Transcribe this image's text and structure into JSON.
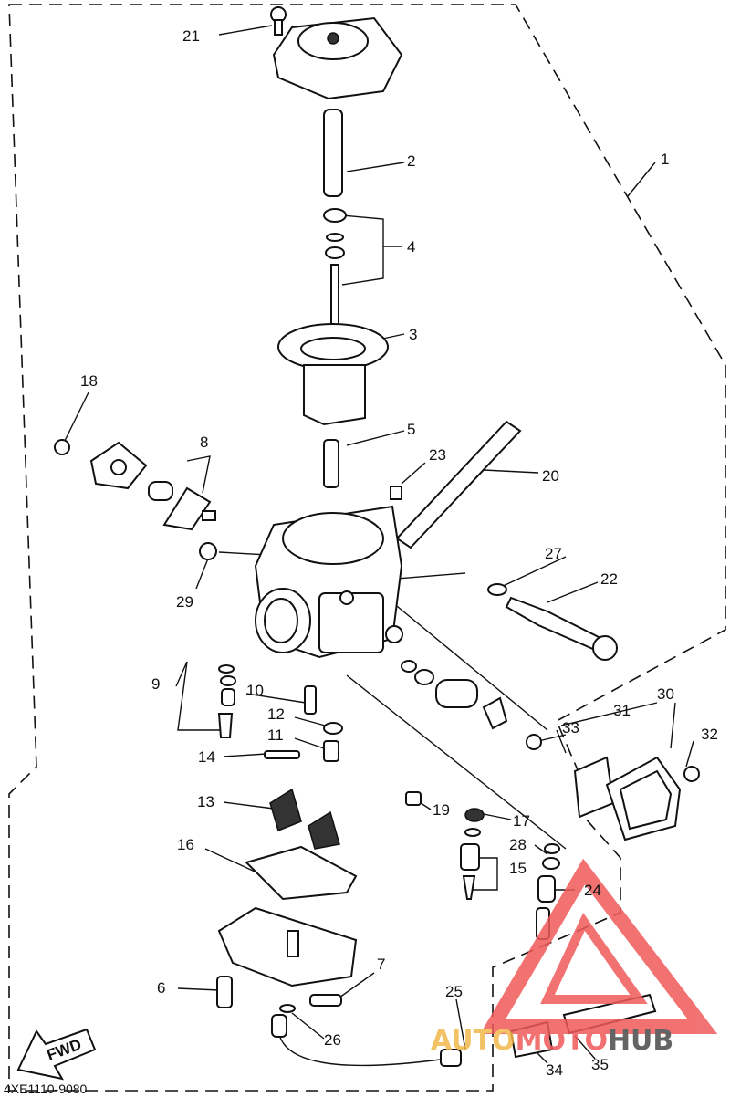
{
  "diagram": {
    "callouts": {
      "p1": "1",
      "p2": "2",
      "p3": "3",
      "p4": "4",
      "p5": "5",
      "p6": "6",
      "p7": "7",
      "p8": "8",
      "p9": "9",
      "p10": "10",
      "p11": "11",
      "p12": "12",
      "p13": "13",
      "p14": "14",
      "p15": "15",
      "p16": "16",
      "p17": "17",
      "p18": "18",
      "p19": "19",
      "p20": "20",
      "p21": "21",
      "p22": "22",
      "p23": "23",
      "p24": "24",
      "p25": "25",
      "p26": "26",
      "p27": "27",
      "p28": "28",
      "p29": "29",
      "p30": "30",
      "p31": "31",
      "p32": "32",
      "p33": "33",
      "p34": "34",
      "p35": "35"
    },
    "fwd_label": "FWD",
    "diagram_code": "4XE1110-9080"
  },
  "watermark": {
    "part_a": "AUTO",
    "part_b": "MOTO",
    "part_c": "HUB",
    "color_primary": "#f05a5a",
    "color_secondary": "#f2b84a",
    "color_text_dark": "#4a4a4a"
  }
}
